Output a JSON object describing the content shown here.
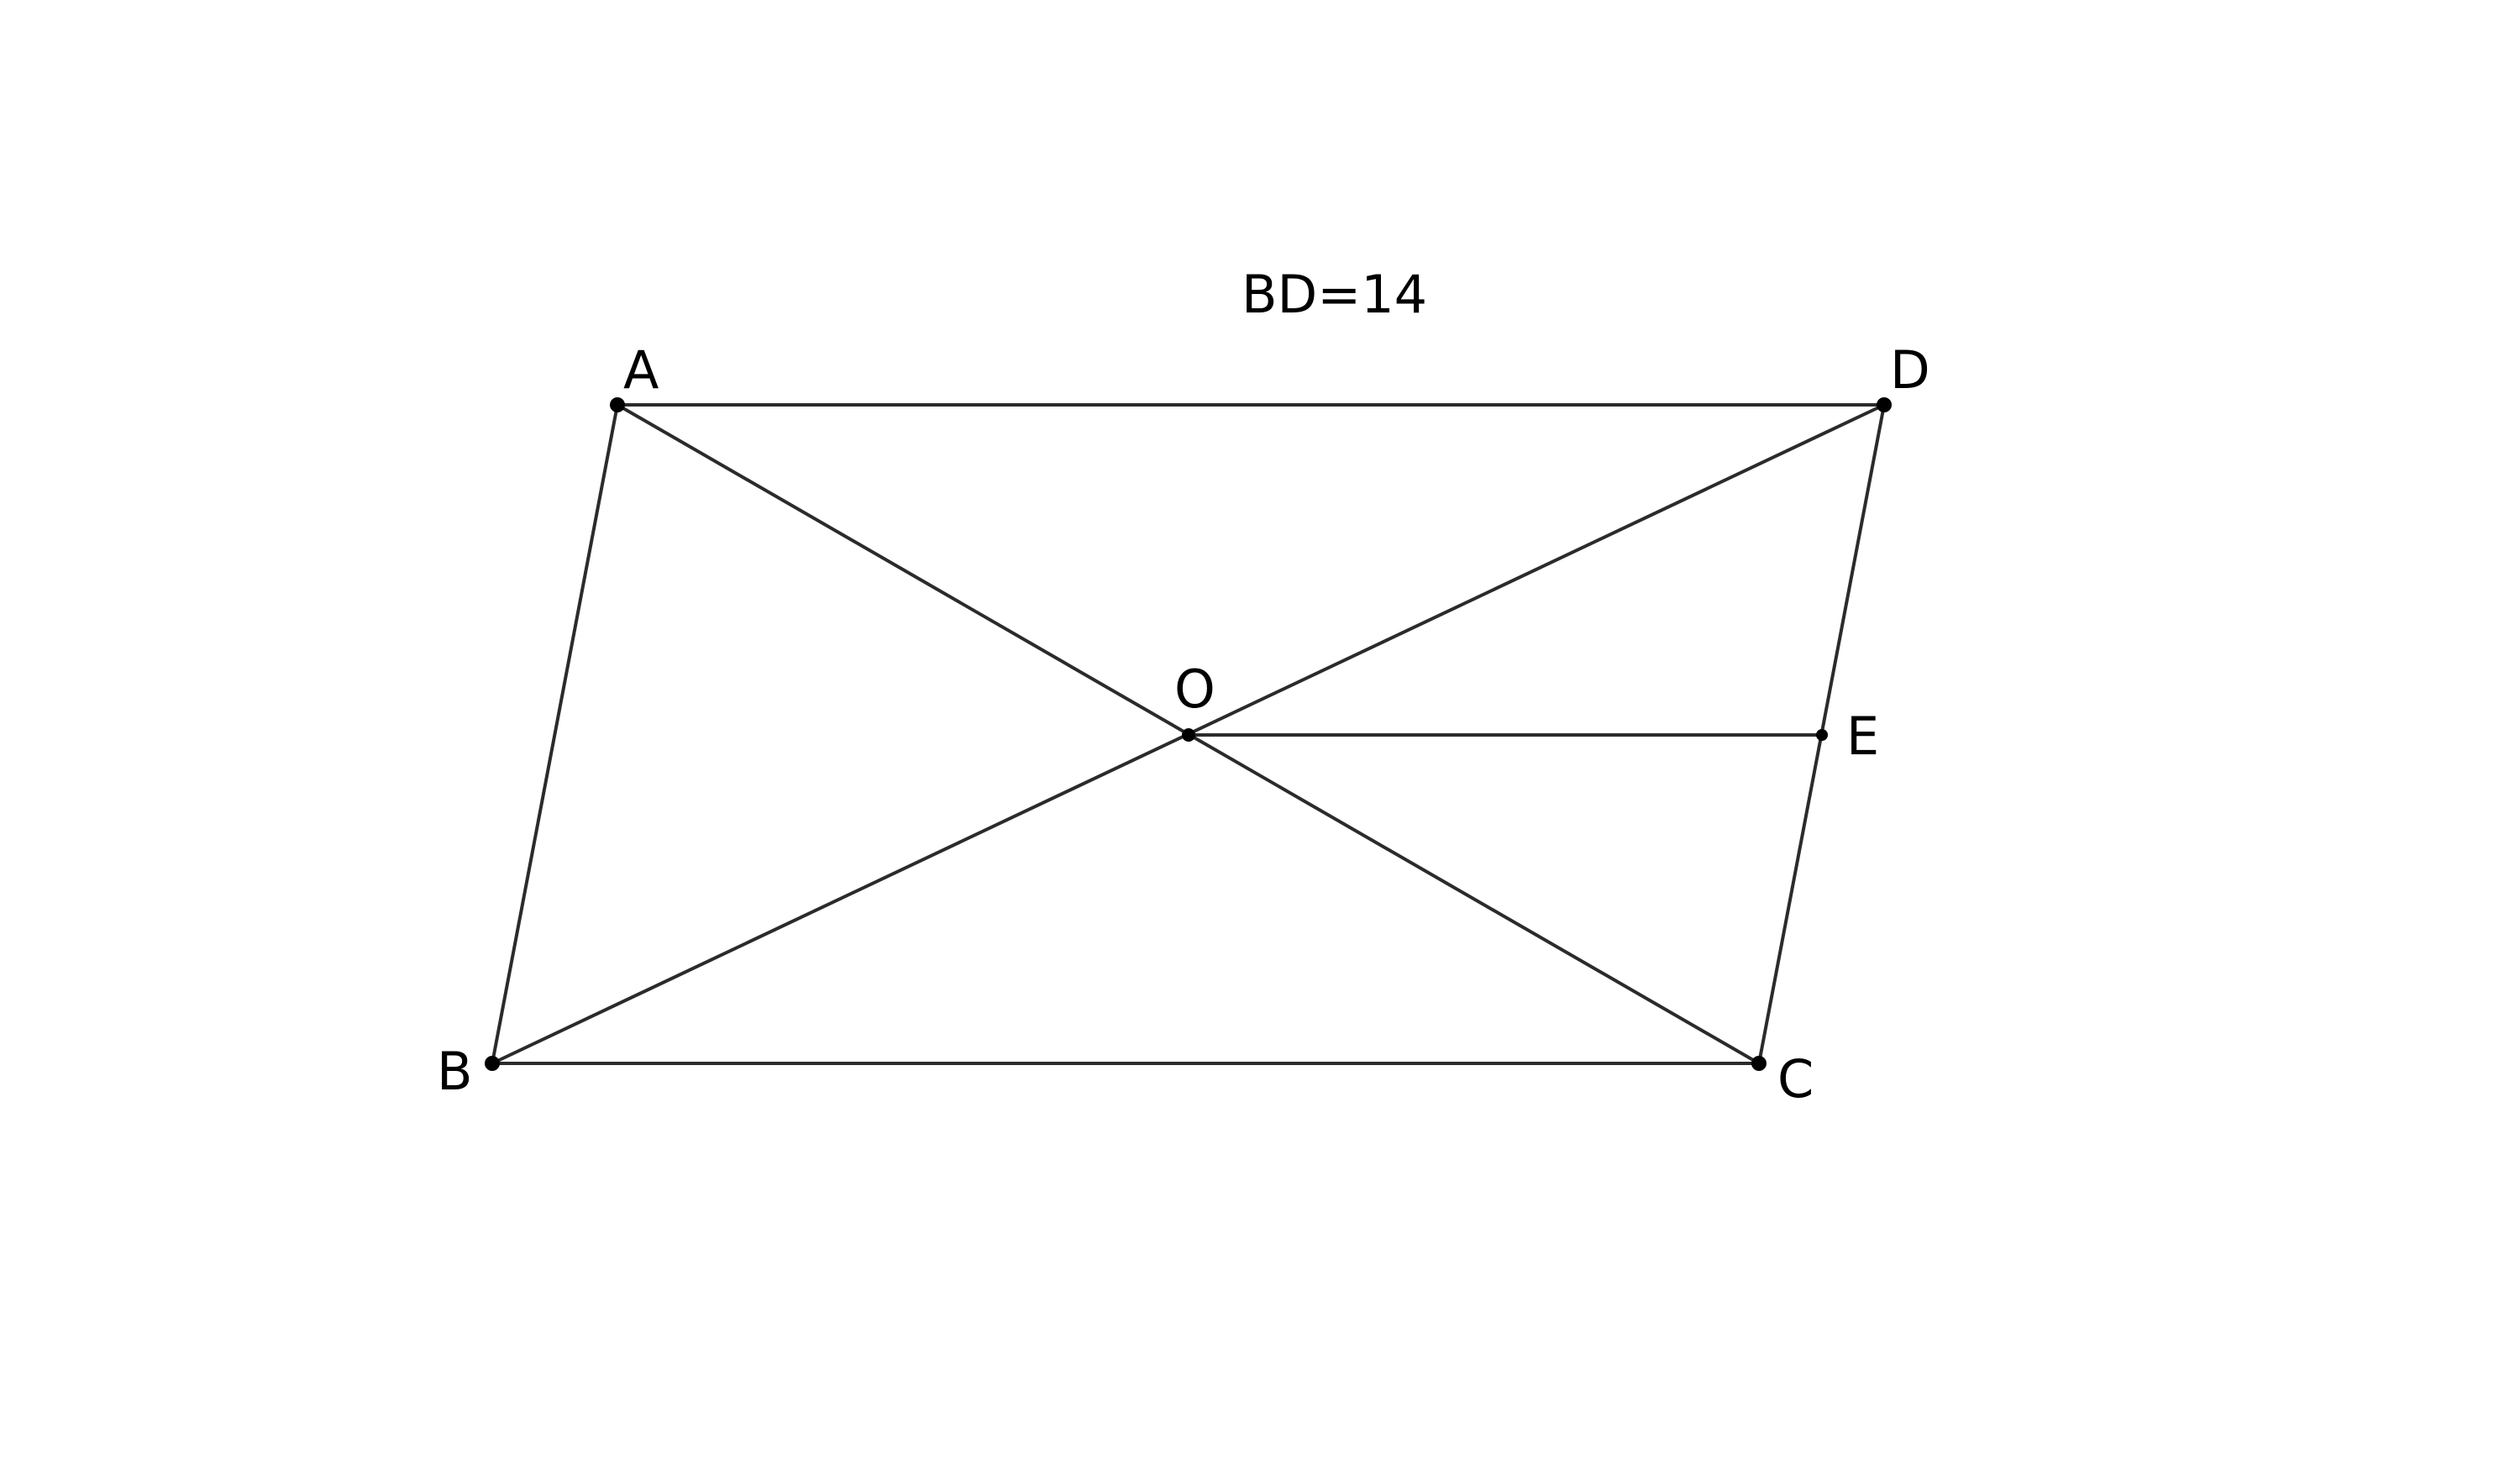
{
  "figure": {
    "annotation": "BD=14",
    "points": {
      "A": "A",
      "B": "B",
      "C": "C",
      "D": "D",
      "O": "O",
      "E": "E"
    },
    "line_color": "#2b2b2b",
    "point_color": "#000000"
  }
}
